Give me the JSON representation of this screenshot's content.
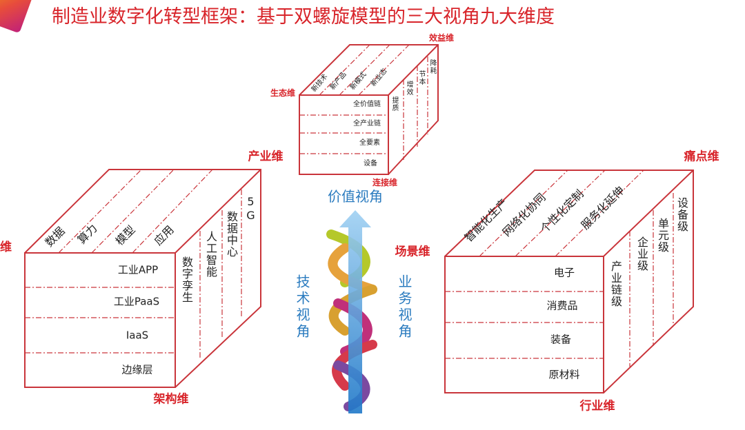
{
  "title": "制造业数字化转型框架：基于双螺旋模型的三大视角九大维度",
  "colors": {
    "accent": "#d8242a",
    "value_blue": "#2a7bbf",
    "line": "#c9343a"
  },
  "top_cube": {
    "dims": {
      "right": "效益维",
      "left": "生态维",
      "bottom": "连接维"
    },
    "top": [
      "新技术",
      "新产品",
      "新模式",
      "新业态"
    ],
    "front": [
      "全价值链",
      "全产业链",
      "全要素",
      "设备"
    ],
    "side": [
      "提质",
      "增效",
      "节本",
      "降耗"
    ]
  },
  "left_cube": {
    "dims": {
      "top": "产业维",
      "bottom": "架构维",
      "left": "维"
    },
    "top": [
      "数据",
      "算力",
      "模型",
      "应用"
    ],
    "front": [
      "工业APP",
      "工业PaaS",
      "IaaS",
      "边缘层"
    ],
    "side": [
      "数字孪生",
      "人工智能",
      "数据中心",
      "5G"
    ]
  },
  "right_cube": {
    "dims": {
      "top": "痛点维",
      "bottom": "行业维",
      "left": "场景维"
    },
    "top": [
      "智能化生产",
      "网络化协同",
      "个性化定制",
      "服务化延伸"
    ],
    "front": [
      "电子",
      "消费品",
      "装备",
      "原材料"
    ],
    "side": [
      "产业链级",
      "企业级",
      "单元级",
      "设备级"
    ]
  },
  "helix": {
    "top": "价值视角",
    "left": "技术视角",
    "right": "业务视角"
  }
}
